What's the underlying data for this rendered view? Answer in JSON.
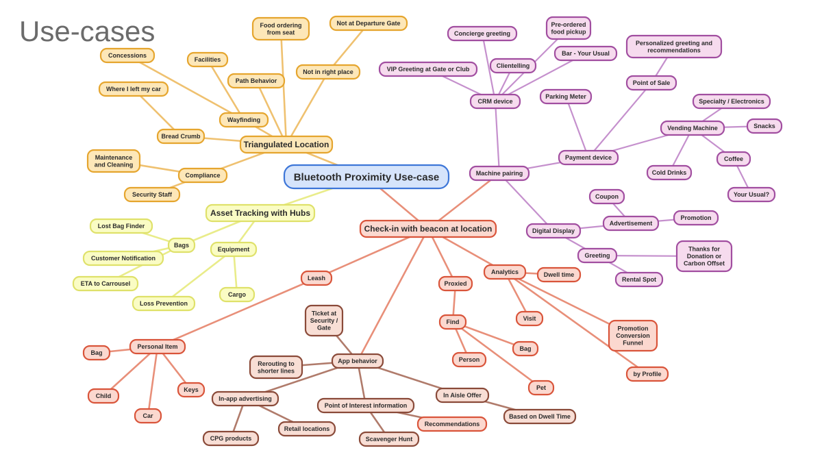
{
  "title": "Use-cases",
  "colors": {
    "root": {
      "fill": "#d6e4fb",
      "stroke": "#3d76d8"
    },
    "orange": {
      "fill": "#fde7b8",
      "stroke": "#e5a52e",
      "line": "#efc170"
    },
    "yellow": {
      "fill": "#fafcc4",
      "stroke": "#dfe16a",
      "line": "#e9ec8a"
    },
    "pink": {
      "fill": "#f6dbee",
      "stroke": "#a14ea0",
      "line": "#c590cd"
    },
    "red": {
      "fill": "#fbd8cf",
      "stroke": "#d9543a",
      "line": "#e88f79"
    },
    "brown": {
      "fill": "#f8ded5",
      "stroke": "#8a4a39",
      "line": "#b07b6b"
    }
  },
  "nodes": [
    {
      "id": "root",
      "label": [
        "Bluetooth Proximity Use-case"
      ],
      "color": "root",
      "big": true
    },
    {
      "id": "triangulated",
      "label": [
        "Triangulated Location"
      ],
      "color": "orange",
      "mid": true
    },
    {
      "id": "wayfinding",
      "label": [
        "Wayfinding"
      ],
      "color": "orange"
    },
    {
      "id": "food_seat",
      "label": [
        "Food ordering",
        "from seat"
      ],
      "color": "orange"
    },
    {
      "id": "not_gate",
      "label": [
        "Not at Departure Gate"
      ],
      "color": "orange"
    },
    {
      "id": "not_place",
      "label": [
        "Not in right place"
      ],
      "color": "orange"
    },
    {
      "id": "concessions",
      "label": [
        "Concessions"
      ],
      "color": "orange"
    },
    {
      "id": "facilities",
      "label": [
        "Facilities"
      ],
      "color": "orange"
    },
    {
      "id": "path_behavior",
      "label": [
        "Path Behavior"
      ],
      "color": "orange"
    },
    {
      "id": "where_car",
      "label": [
        "Where I left my car"
      ],
      "color": "orange"
    },
    {
      "id": "bread_crumb",
      "label": [
        "Bread Crumb"
      ],
      "color": "orange"
    },
    {
      "id": "maintenance",
      "label": [
        "Maintenance",
        "and Cleaning"
      ],
      "color": "orange"
    },
    {
      "id": "compliance",
      "label": [
        "Compliance"
      ],
      "color": "orange"
    },
    {
      "id": "security_staff",
      "label": [
        "Security Staff"
      ],
      "color": "orange"
    },
    {
      "id": "asset",
      "label": [
        "Asset Tracking with Hubs"
      ],
      "color": "yellow",
      "mid": true
    },
    {
      "id": "bags_y",
      "label": [
        "Bags"
      ],
      "color": "yellow"
    },
    {
      "id": "equipment",
      "label": [
        "Equipment"
      ],
      "color": "yellow"
    },
    {
      "id": "lost_bag",
      "label": [
        "Lost Bag Finder"
      ],
      "color": "yellow"
    },
    {
      "id": "cust_notif",
      "label": [
        "Customer Notification"
      ],
      "color": "yellow"
    },
    {
      "id": "eta",
      "label": [
        "ETA to Carrousel"
      ],
      "color": "yellow"
    },
    {
      "id": "loss_prev",
      "label": [
        "Loss Prevention"
      ],
      "color": "yellow"
    },
    {
      "id": "cargo",
      "label": [
        "Cargo"
      ],
      "color": "yellow"
    },
    {
      "id": "crm",
      "label": [
        "CRM device"
      ],
      "color": "pink"
    },
    {
      "id": "concierge",
      "label": [
        "Concierge greeting"
      ],
      "color": "pink"
    },
    {
      "id": "preordered",
      "label": [
        "Pre-ordered",
        "food pickup"
      ],
      "color": "pink"
    },
    {
      "id": "vip",
      "label": [
        "VIP Greeting at Gate or Club"
      ],
      "color": "pink"
    },
    {
      "id": "clientelling",
      "label": [
        "Clientelling"
      ],
      "color": "pink"
    },
    {
      "id": "bar_usual",
      "label": [
        "Bar - Your Usual"
      ],
      "color": "pink"
    },
    {
      "id": "personalized",
      "label": [
        "Personalized greeting and",
        "recommendations"
      ],
      "color": "pink"
    },
    {
      "id": "pos",
      "label": [
        "Point of Sale"
      ],
      "color": "pink"
    },
    {
      "id": "parking",
      "label": [
        "Parking Meter"
      ],
      "color": "pink"
    },
    {
      "id": "specialty",
      "label": [
        "Specialty / Electronics"
      ],
      "color": "pink"
    },
    {
      "id": "vending",
      "label": [
        "Vending Machine"
      ],
      "color": "pink"
    },
    {
      "id": "snacks",
      "label": [
        "Snacks"
      ],
      "color": "pink"
    },
    {
      "id": "payment",
      "label": [
        "Payment device"
      ],
      "color": "pink"
    },
    {
      "id": "cold_drinks",
      "label": [
        "Cold Drinks"
      ],
      "color": "pink"
    },
    {
      "id": "coffee",
      "label": [
        "Coffee"
      ],
      "color": "pink"
    },
    {
      "id": "your_usual",
      "label": [
        "Your Usual?"
      ],
      "color": "pink"
    },
    {
      "id": "machine",
      "label": [
        "Machine pairing"
      ],
      "color": "pink"
    },
    {
      "id": "coupon",
      "label": [
        "Coupon"
      ],
      "color": "pink"
    },
    {
      "id": "advertisement",
      "label": [
        "Advertisement"
      ],
      "color": "pink"
    },
    {
      "id": "promotion",
      "label": [
        "Promotion"
      ],
      "color": "pink"
    },
    {
      "id": "digital",
      "label": [
        "Digital Display"
      ],
      "color": "pink"
    },
    {
      "id": "greeting",
      "label": [
        "Greeting"
      ],
      "color": "pink"
    },
    {
      "id": "thanks",
      "label": [
        "Thanks for",
        "Donation or",
        "Carbon Offset"
      ],
      "color": "pink"
    },
    {
      "id": "rental",
      "label": [
        "Rental Spot"
      ],
      "color": "pink"
    },
    {
      "id": "checkin",
      "label": [
        "Check-in with beacon at location"
      ],
      "color": "red",
      "mid": true
    },
    {
      "id": "leash",
      "label": [
        "Leash"
      ],
      "color": "red"
    },
    {
      "id": "proxied",
      "label": [
        "Proxied"
      ],
      "color": "red"
    },
    {
      "id": "analytics",
      "label": [
        "Analytics"
      ],
      "color": "red"
    },
    {
      "id": "dwell",
      "label": [
        "Dwell time"
      ],
      "color": "red"
    },
    {
      "id": "find",
      "label": [
        "Find"
      ],
      "color": "red"
    },
    {
      "id": "visit",
      "label": [
        "Visit"
      ],
      "color": "red"
    },
    {
      "id": "promo_funnel",
      "label": [
        "Promotion",
        "Conversion",
        "Funnel"
      ],
      "color": "red"
    },
    {
      "id": "bag_find",
      "label": [
        "Bag"
      ],
      "color": "red"
    },
    {
      "id": "person",
      "label": [
        "Person"
      ],
      "color": "red"
    },
    {
      "id": "pet",
      "label": [
        "Pet"
      ],
      "color": "red"
    },
    {
      "id": "by_profile",
      "label": [
        "by Profile"
      ],
      "color": "red"
    },
    {
      "id": "personal_item",
      "label": [
        "Personal Item"
      ],
      "color": "red"
    },
    {
      "id": "bag_pi",
      "label": [
        "Bag"
      ],
      "color": "red"
    },
    {
      "id": "child",
      "label": [
        "Child"
      ],
      "color": "red"
    },
    {
      "id": "car",
      "label": [
        "Car"
      ],
      "color": "red"
    },
    {
      "id": "keys",
      "label": [
        "Keys"
      ],
      "color": "red"
    },
    {
      "id": "ticket",
      "label": [
        "Ticket at",
        "Security /",
        "Gate"
      ],
      "color": "brown"
    },
    {
      "id": "app",
      "label": [
        "App behavior"
      ],
      "color": "brown"
    },
    {
      "id": "rerouting",
      "label": [
        "Rerouting to",
        "shorter lines"
      ],
      "color": "brown"
    },
    {
      "id": "inapp",
      "label": [
        "In-app advertising"
      ],
      "color": "brown"
    },
    {
      "id": "poi",
      "label": [
        "Point of Interest information"
      ],
      "color": "brown"
    },
    {
      "id": "in_aisle",
      "label": [
        "In Aisle Offer"
      ],
      "color": "brown"
    },
    {
      "id": "based_dwell",
      "label": [
        "Based on Dwell Time"
      ],
      "color": "brown"
    },
    {
      "id": "cpg",
      "label": [
        "CPG products"
      ],
      "color": "brown"
    },
    {
      "id": "retail",
      "label": [
        "Retail locations"
      ],
      "color": "brown"
    },
    {
      "id": "recommendations",
      "label": [
        "Recommendations"
      ],
      "color": "red"
    },
    {
      "id": "scavenger",
      "label": [
        "Scavenger Hunt"
      ],
      "color": "brown"
    }
  ],
  "edges": [
    [
      "root",
      "triangulated",
      "orange"
    ],
    [
      "root",
      "asset",
      "yellow"
    ],
    [
      "root",
      "checkin",
      "red"
    ],
    [
      "triangulated",
      "wayfinding",
      "orange"
    ],
    [
      "triangulated",
      "food_seat",
      "orange"
    ],
    [
      "triangulated",
      "not_place",
      "orange"
    ],
    [
      "triangulated",
      "path_behavior",
      "orange"
    ],
    [
      "triangulated",
      "bread_crumb",
      "orange"
    ],
    [
      "triangulated",
      "compliance",
      "orange"
    ],
    [
      "not_place",
      "not_gate",
      "orange"
    ],
    [
      "wayfinding",
      "concessions",
      "orange"
    ],
    [
      "wayfinding",
      "facilities",
      "orange"
    ],
    [
      "bread_crumb",
      "where_car",
      "orange"
    ],
    [
      "compliance",
      "maintenance",
      "orange"
    ],
    [
      "compliance",
      "security_staff",
      "orange"
    ],
    [
      "asset",
      "bags_y",
      "yellow"
    ],
    [
      "asset",
      "equipment",
      "yellow"
    ],
    [
      "bags_y",
      "lost_bag",
      "yellow"
    ],
    [
      "bags_y",
      "cust_notif",
      "yellow"
    ],
    [
      "bags_y",
      "eta",
      "yellow"
    ],
    [
      "equipment",
      "loss_prev",
      "yellow"
    ],
    [
      "equipment",
      "cargo",
      "yellow"
    ],
    [
      "checkin",
      "machine",
      "red"
    ],
    [
      "checkin",
      "leash",
      "red"
    ],
    [
      "checkin",
      "proxied",
      "red"
    ],
    [
      "checkin",
      "analytics",
      "red"
    ],
    [
      "checkin",
      "app",
      "red"
    ],
    [
      "machine",
      "crm",
      "pink"
    ],
    [
      "machine",
      "payment",
      "pink"
    ],
    [
      "machine",
      "digital",
      "pink"
    ],
    [
      "crm",
      "concierge",
      "pink"
    ],
    [
      "crm",
      "preordered",
      "pink"
    ],
    [
      "crm",
      "vip",
      "pink"
    ],
    [
      "crm",
      "clientelling",
      "pink"
    ],
    [
      "crm",
      "bar_usual",
      "pink"
    ],
    [
      "payment",
      "pos",
      "pink"
    ],
    [
      "payment",
      "parking",
      "pink"
    ],
    [
      "payment",
      "vending",
      "pink"
    ],
    [
      "pos",
      "personalized",
      "pink"
    ],
    [
      "vending",
      "specialty",
      "pink"
    ],
    [
      "vending",
      "snacks",
      "pink"
    ],
    [
      "vending",
      "cold_drinks",
      "pink"
    ],
    [
      "vending",
      "coffee",
      "pink"
    ],
    [
      "coffee",
      "your_usual",
      "pink"
    ],
    [
      "digital",
      "advertisement",
      "pink"
    ],
    [
      "digital",
      "greeting",
      "pink"
    ],
    [
      "advertisement",
      "coupon",
      "pink"
    ],
    [
      "advertisement",
      "promotion",
      "pink"
    ],
    [
      "greeting",
      "thanks",
      "pink"
    ],
    [
      "greeting",
      "rental",
      "pink"
    ],
    [
      "analytics",
      "dwell",
      "red"
    ],
    [
      "analytics",
      "visit",
      "red"
    ],
    [
      "analytics",
      "promo_funnel",
      "red"
    ],
    [
      "analytics",
      "by_profile",
      "red"
    ],
    [
      "proxied",
      "find",
      "red"
    ],
    [
      "find",
      "bag_find",
      "red"
    ],
    [
      "find",
      "person",
      "red"
    ],
    [
      "find",
      "pet",
      "red"
    ],
    [
      "leash",
      "personal_item",
      "red"
    ],
    [
      "personal_item",
      "bag_pi",
      "red"
    ],
    [
      "personal_item",
      "child",
      "red"
    ],
    [
      "personal_item",
      "car",
      "red"
    ],
    [
      "personal_item",
      "keys",
      "red"
    ],
    [
      "app",
      "ticket",
      "brown"
    ],
    [
      "app",
      "rerouting",
      "brown"
    ],
    [
      "app",
      "inapp",
      "brown"
    ],
    [
      "app",
      "poi",
      "brown"
    ],
    [
      "app",
      "in_aisle",
      "brown"
    ],
    [
      "in_aisle",
      "based_dwell",
      "brown"
    ],
    [
      "inapp",
      "cpg",
      "brown"
    ],
    [
      "inapp",
      "retail",
      "brown"
    ],
    [
      "poi",
      "recommendations",
      "brown"
    ],
    [
      "poi",
      "scavenger",
      "brown"
    ]
  ]
}
